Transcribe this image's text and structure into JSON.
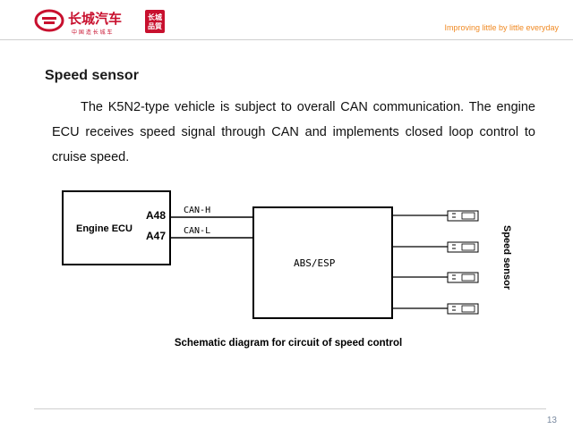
{
  "header": {
    "logo_cn": "长城汽车",
    "logo_sub": "中 国 造  长 城 车",
    "badge_top": "长城",
    "badge_bottom": "品質",
    "tagline": "Improving little by little everyday"
  },
  "section": {
    "title": "Speed sensor",
    "paragraph": "The K5N2-type vehicle is subject to overall CAN communication. The engine ECU receives speed signal through CAN and implements closed loop control to cruise speed."
  },
  "diagram": {
    "ecu_label": "Engine ECU",
    "pin_a48": "A48",
    "pin_a47": "A47",
    "can_h": "CAN-H",
    "can_l": "CAN-L",
    "abs_label": "ABS/ESP",
    "sensor_label": "Speed sensor",
    "caption": "Schematic diagram for circuit of speed control",
    "sensor_count": 4
  },
  "footer": {
    "page_number": "13"
  },
  "colors": {
    "brand_red": "#c8102e",
    "tagline_orange": "#f08a24",
    "page_num": "#7a8aa0"
  }
}
